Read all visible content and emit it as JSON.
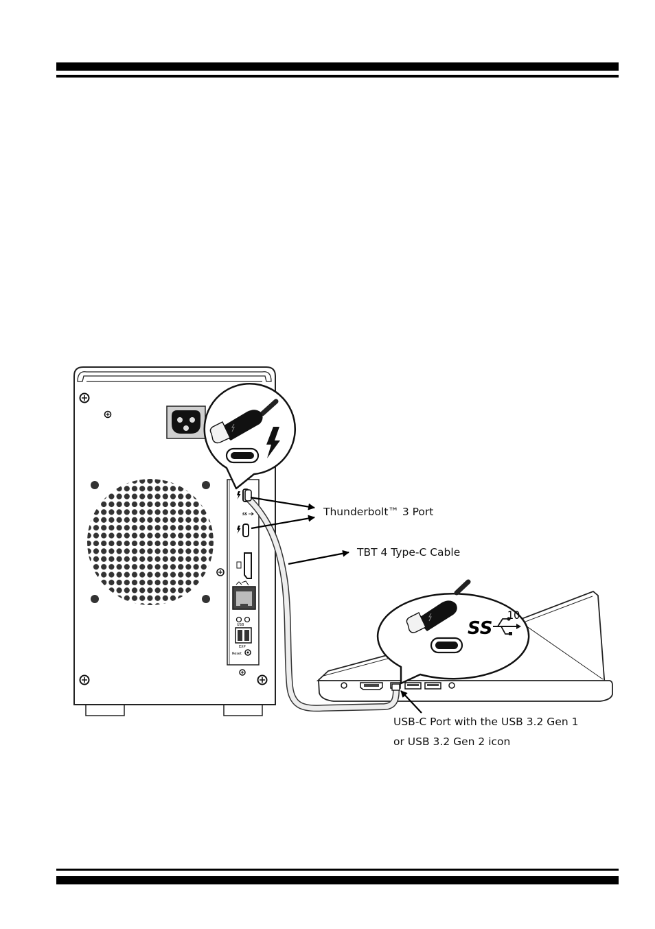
{
  "labels": {
    "thunderbolt_port": "Thunderbolt™ 3 Port",
    "cable": "TBT 4 Type-C Cable",
    "usbc_port_line1": "USB-C Port with the USB 3.2 Gen 1",
    "usbc_port_line2": "or USB 3.2 Gen 2 icon"
  },
  "enclosure_panel": {
    "exp_label": "EXP",
    "reset_label": "Reset",
    "usb_label": "USB"
  },
  "usb_logo": {
    "ss_text": "SS",
    "speed_text": "10"
  },
  "icons": [
    "thunderbolt-bolt-icon",
    "superspeed-usb-icon",
    "displayport-icon",
    "ethernet-icon",
    "power-inlet-icon"
  ]
}
